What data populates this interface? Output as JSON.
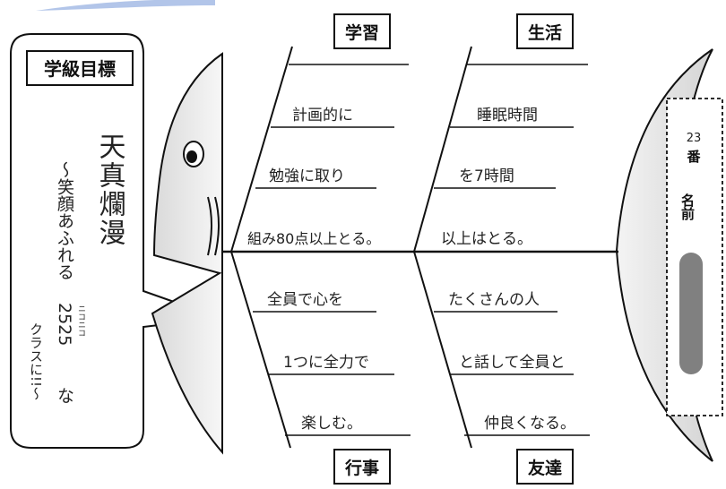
{
  "goal_box": {
    "title": "学級目標",
    "slogan_main": "天真爛漫",
    "slogan_sub_line1": "〜笑顔あふれる",
    "slogan_sub_line2": "2525",
    "slogan_sub_ruby": "ニコニコ",
    "slogan_sub_line3": "な",
    "slogan_sub_line4": "クラスに!!〜"
  },
  "categories": {
    "study": {
      "title": "学習",
      "lines": [
        "計画的に",
        "勉強に取り",
        "組み80点以上とる。"
      ]
    },
    "life": {
      "title": "生活",
      "lines": [
        "睡眠時間",
        "を7時間",
        "以上はとる。"
      ]
    },
    "events": {
      "title": "行事",
      "lines": [
        "全員で心を",
        "1つに全力で",
        "楽しむ。"
      ]
    },
    "friends": {
      "title": "友達",
      "lines": [
        "たくさんの人",
        "と話して全員と",
        "仲良くなる。"
      ]
    }
  },
  "name_card": {
    "number": "23",
    "number_label": "番",
    "name_label": "名前"
  }
}
